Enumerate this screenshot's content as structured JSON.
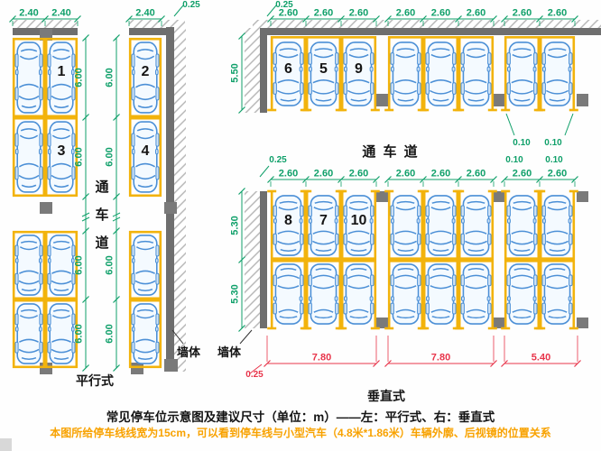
{
  "footer": {
    "title": "常见停车位示意图及建议尺寸（单位：m）——左：平行式、右：垂直式",
    "note": "本图所给停车线线宽为15cm，可以看到停车线与小型汽车（4.8米*1.86米）车辆外廓、后视镜的位置关系"
  },
  "left_diagram": {
    "caption": "平行式",
    "wall_label": "墙体",
    "lane_label": "通车道",
    "top_dims": [
      "2.40",
      "2.40",
      "2.40"
    ],
    "wall_thickness_dim": "0.25",
    "row_dims": [
      "6.00",
      "6.00",
      "6.00",
      "6.00"
    ],
    "spot_numbers": [
      "1",
      "2",
      "3",
      "4"
    ]
  },
  "right_diagram": {
    "caption": "垂直式",
    "wall_label": "墙体",
    "lane_label": "通 车 道",
    "wall_thickness_dim": "0.25",
    "top_row": {
      "depth_dim": "5.50",
      "width_dims": [
        "2.60",
        "2.60",
        "2.60",
        "2.60",
        "2.60",
        "2.60",
        "2.60",
        "2.60"
      ],
      "line_gap_dims": [
        "0.10",
        "0.10"
      ],
      "spot_numbers": [
        "6",
        "5",
        "9"
      ]
    },
    "middle_rows": {
      "wall_offset_dim": "0.25",
      "width_dims": [
        "2.60",
        "2.60",
        "2.60",
        "2.60",
        "2.60",
        "2.60",
        "2.60",
        "2.60"
      ],
      "line_gap_dims": [
        "0.10",
        "0.10"
      ],
      "depth_dims": [
        "5.30",
        "5.30"
      ],
      "spot_numbers": [
        "8",
        "7",
        "10"
      ],
      "bottom_dims": [
        "7.80",
        "7.80",
        "5.40"
      ],
      "bottom_wall_dim": "0.25"
    }
  },
  "colors": {
    "dim_green": "#10a06a",
    "dim_red": "#e8354b",
    "line_yellow": "#f2b30c",
    "wall_gray": "#6e6e6e",
    "pillar_gray": "#7a7a7a",
    "hatch_gray": "#b3b3b3",
    "car_blue": "#4b8fd6",
    "car_fill": "#f4faff",
    "car_glass": "#cfe3f6",
    "note_orange": "#f8a200"
  }
}
